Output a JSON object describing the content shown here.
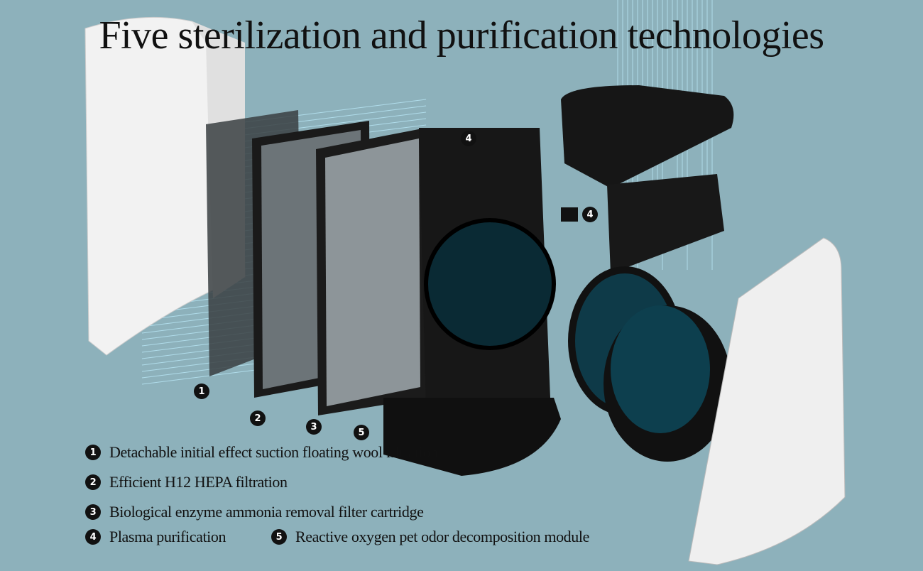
{
  "title": "Five sterilization and purification technologies",
  "colors": {
    "background": "#8db1bb",
    "airflow": "#4fd8f0",
    "housing": "#f4f4f4",
    "component": "#151515"
  },
  "callouts": [
    "1",
    "2",
    "3",
    "4",
    "5",
    "4"
  ],
  "features": [
    {
      "num": "1",
      "text": "Detachable initial effect suction floating wool filtration"
    },
    {
      "num": "2",
      "text": "Efficient H12 HEPA filtration"
    },
    {
      "num": "3",
      "text": "Biological enzyme ammonia removal filter cartridge"
    },
    {
      "num": "4",
      "text": "Plasma purification"
    },
    {
      "num": "5",
      "text": "Reactive oxygen pet odor decomposition module"
    }
  ]
}
